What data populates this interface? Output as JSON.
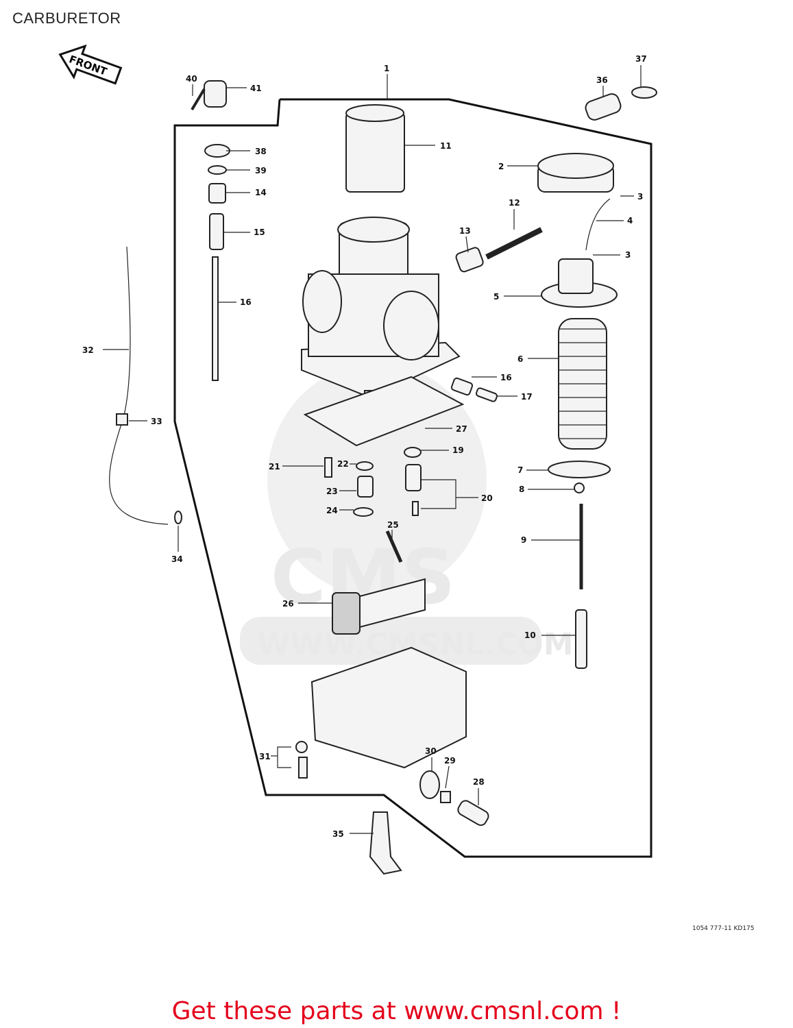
{
  "title": "CARBURETOR",
  "front_arrow_label": "FRONT",
  "watermark": {
    "logo": "CMS",
    "url": "WWW.CMSNL.COM"
  },
  "reference_code": "1054 777-11    KD175",
  "promo_text": "Get these parts at www.cmsnl.com !",
  "callouts": [
    {
      "id": "c1",
      "label": "1"
    },
    {
      "id": "c2",
      "label": "2"
    },
    {
      "id": "c3a",
      "label": "3"
    },
    {
      "id": "c3b",
      "label": "3"
    },
    {
      "id": "c4",
      "label": "4"
    },
    {
      "id": "c5",
      "label": "5"
    },
    {
      "id": "c6",
      "label": "6"
    },
    {
      "id": "c7",
      "label": "7"
    },
    {
      "id": "c8",
      "label": "8"
    },
    {
      "id": "c9",
      "label": "9"
    },
    {
      "id": "c10",
      "label": "10"
    },
    {
      "id": "c11",
      "label": "11"
    },
    {
      "id": "c12",
      "label": "12"
    },
    {
      "id": "c13",
      "label": "13"
    },
    {
      "id": "c14",
      "label": "14"
    },
    {
      "id": "c15",
      "label": "15"
    },
    {
      "id": "c16a",
      "label": "16"
    },
    {
      "id": "c16b",
      "label": "16"
    },
    {
      "id": "c17",
      "label": "17"
    },
    {
      "id": "c19",
      "label": "19"
    },
    {
      "id": "c20",
      "label": "20"
    },
    {
      "id": "c21",
      "label": "21"
    },
    {
      "id": "c22",
      "label": "22"
    },
    {
      "id": "c23",
      "label": "23"
    },
    {
      "id": "c24",
      "label": "24"
    },
    {
      "id": "c25",
      "label": "25"
    },
    {
      "id": "c26",
      "label": "26"
    },
    {
      "id": "c27",
      "label": "27"
    },
    {
      "id": "c28",
      "label": "28"
    },
    {
      "id": "c29",
      "label": "29"
    },
    {
      "id": "c30",
      "label": "30"
    },
    {
      "id": "c31",
      "label": "31"
    },
    {
      "id": "c32",
      "label": "32"
    },
    {
      "id": "c33",
      "label": "33"
    },
    {
      "id": "c34",
      "label": "34"
    },
    {
      "id": "c35",
      "label": "35"
    },
    {
      "id": "c36",
      "label": "36"
    },
    {
      "id": "c37",
      "label": "37"
    },
    {
      "id": "c38",
      "label": "38"
    },
    {
      "id": "c39",
      "label": "39"
    },
    {
      "id": "c40",
      "label": "40"
    },
    {
      "id": "c41",
      "label": "41"
    }
  ]
}
